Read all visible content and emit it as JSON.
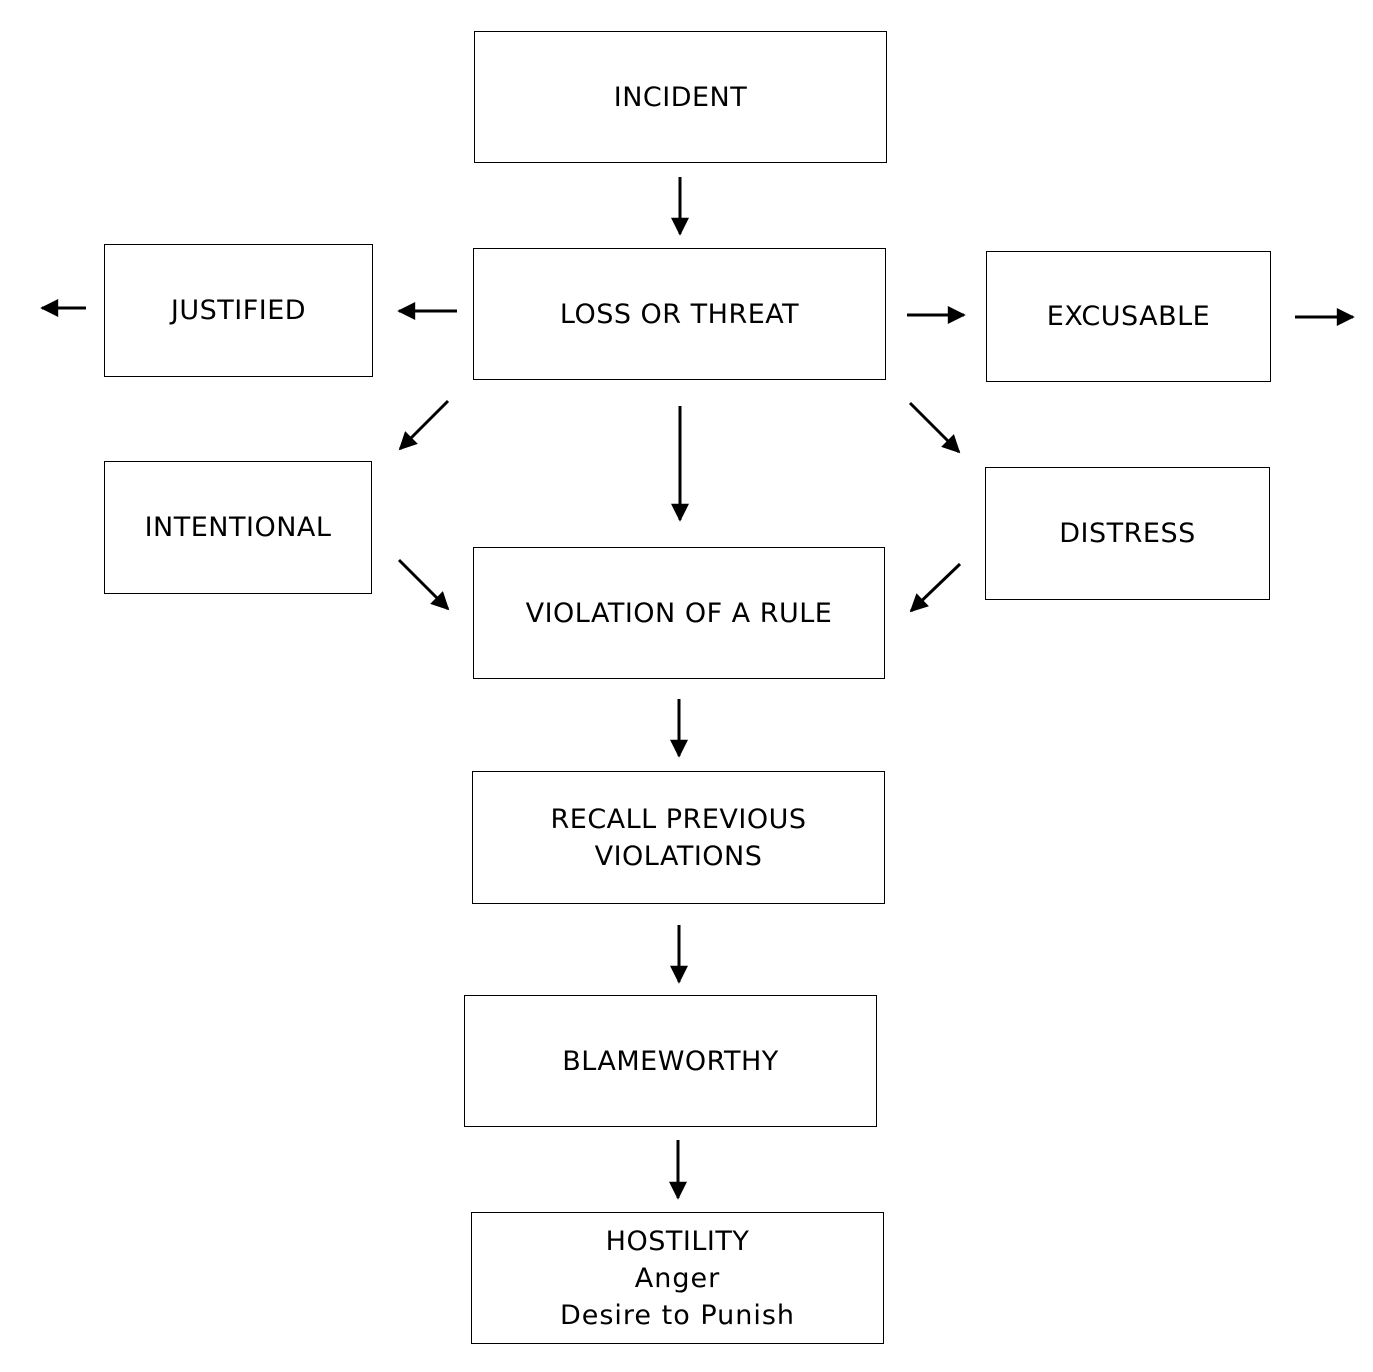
{
  "diagram": {
    "nodes": {
      "incident": {
        "label": "INCIDENT"
      },
      "loss_or_threat": {
        "label": "LOSS OR THREAT"
      },
      "justified": {
        "label": "JUSTIFIED"
      },
      "excusable": {
        "label": "EXCUSABLE"
      },
      "intentional": {
        "label": "INTENTIONAL"
      },
      "distress": {
        "label": "DISTRESS"
      },
      "violation_of_a_rule": {
        "label": "VIOLATION OF A RULE"
      },
      "recall_previous_violations": {
        "line1": "RECALL PREVIOUS",
        "line2": "VIOLATIONS"
      },
      "blameworthy": {
        "label": "BLAMEWORTHY"
      },
      "hostility": {
        "label": "HOSTILITY",
        "line2": "Anger",
        "line3": "Desire to Punish"
      }
    },
    "edges": [
      {
        "from": "incident",
        "to": "loss_or_threat"
      },
      {
        "from": "loss_or_threat",
        "to": "justified"
      },
      {
        "from": "loss_or_threat",
        "to": "excusable"
      },
      {
        "from": "loss_or_threat",
        "to": "intentional"
      },
      {
        "from": "loss_or_threat",
        "to": "violation_of_a_rule"
      },
      {
        "from": "loss_or_threat",
        "to": "distress"
      },
      {
        "from": "intentional",
        "to": "violation_of_a_rule"
      },
      {
        "from": "distress",
        "to": "violation_of_a_rule"
      },
      {
        "from": "violation_of_a_rule",
        "to": "recall_previous_violations"
      },
      {
        "from": "recall_previous_violations",
        "to": "blameworthy"
      },
      {
        "from": "blameworthy",
        "to": "hostility"
      },
      {
        "from": "justified",
        "to": "outside-left"
      },
      {
        "from": "excusable",
        "to": "outside-right"
      }
    ]
  }
}
